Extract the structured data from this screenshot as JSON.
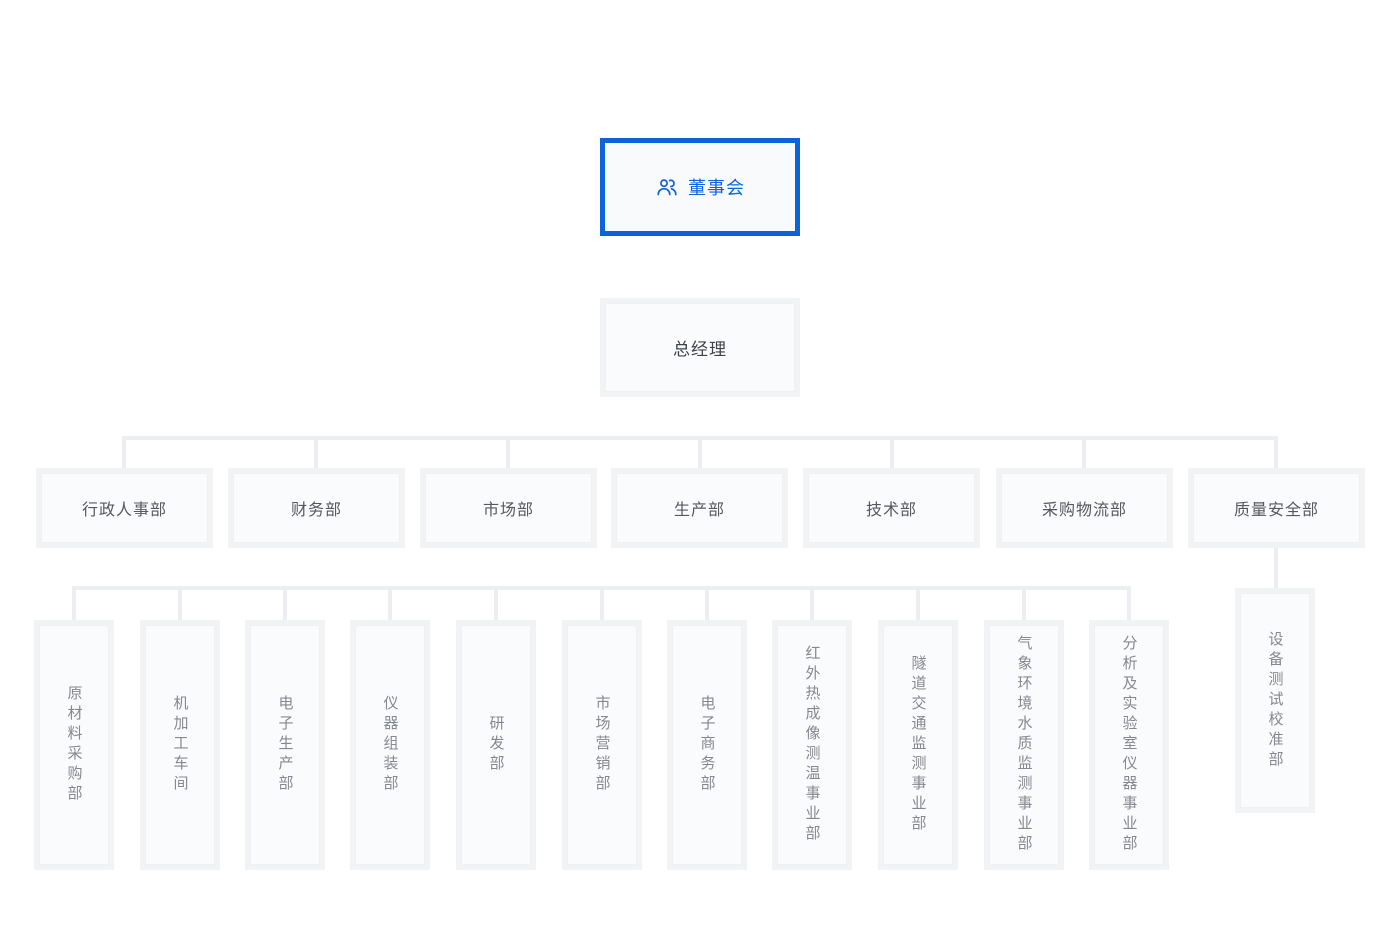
{
  "org": {
    "root": {
      "label": "董事会",
      "icon": "team-icon"
    },
    "general_manager": {
      "label": "总经理"
    },
    "departments": [
      {
        "label": "行政人事部"
      },
      {
        "label": "财务部"
      },
      {
        "label": "市场部"
      },
      {
        "label": "生产部"
      },
      {
        "label": "技术部"
      },
      {
        "label": "采购物流部"
      },
      {
        "label": "质量安全部"
      }
    ],
    "sub_departments": [
      {
        "label": "原材料采购部"
      },
      {
        "label": "机加工车间"
      },
      {
        "label": "电子生产部"
      },
      {
        "label": "仪器组装部"
      },
      {
        "label": "研发部"
      },
      {
        "label": "市场营销部"
      },
      {
        "label": "电子商务部"
      },
      {
        "label": "红外热成像测温事业部"
      },
      {
        "label": "隧道交通监测事业部"
      },
      {
        "label": "气象环境水质监测事业部"
      },
      {
        "label": "分析及实验室仪器事业部"
      }
    ],
    "quality_child": {
      "label": "设备测试校准部"
    },
    "colors": {
      "accent": "#0f63da",
      "node_background": "#fafbfd",
      "node_border": "#f2f3f5",
      "connector": "#eceef2",
      "text_dark": "#3f4246",
      "text_medium": "#55585d",
      "text_light": "#85888d"
    }
  }
}
